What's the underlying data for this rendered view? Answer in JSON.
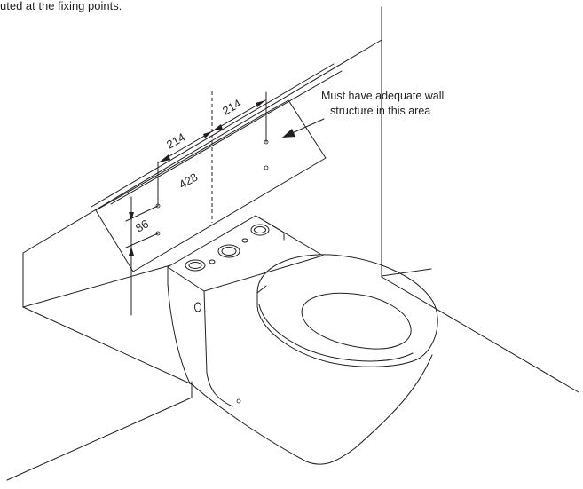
{
  "caption": "uted at the fixing points.",
  "dimensions": {
    "left_half": "214",
    "right_half": "214",
    "total_span": "428",
    "vertical_spacing": "86"
  },
  "note": {
    "line1": "Must have adequate wall",
    "line2": "structure in this area"
  },
  "colors": {
    "line": "#231f20",
    "background": "#ffffff"
  }
}
